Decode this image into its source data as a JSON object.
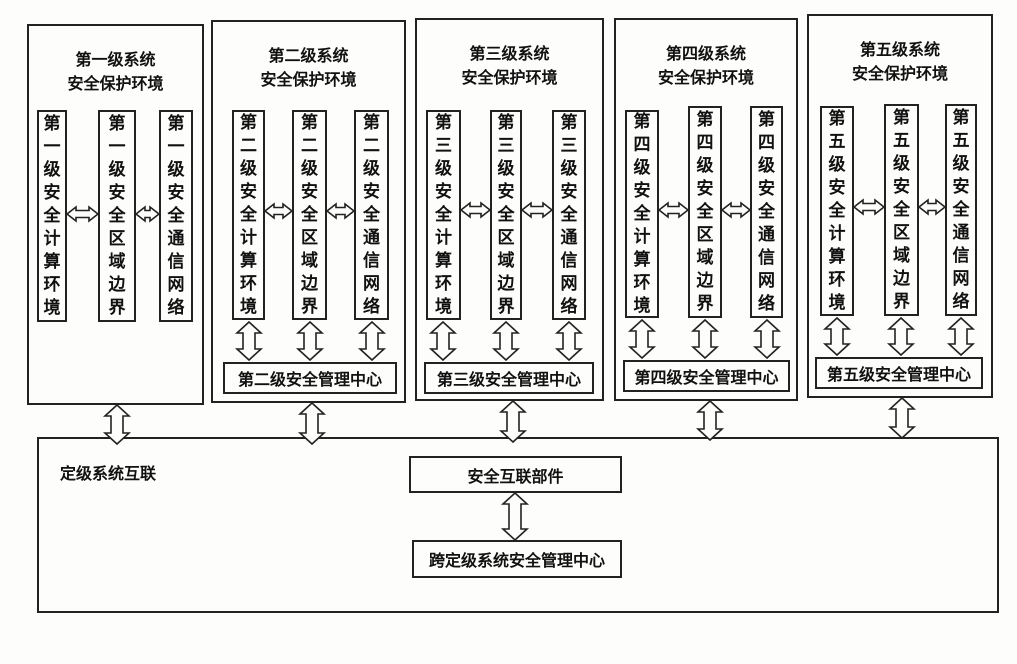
{
  "levels": [
    {
      "title": "第一级系统\n安全保护环境",
      "components": [
        "第一级安全计算环境",
        "第一级安全区域边界",
        "第一级安全通信网络"
      ],
      "management": null
    },
    {
      "title": "第二级系统\n安全保护环境",
      "components": [
        "第二级安全计算环境",
        "第二级安全区域边界",
        "第二级安全通信网络"
      ],
      "management": "第二级安全管理中心"
    },
    {
      "title": "第三级系统\n安全保护环境",
      "components": [
        "第三级安全计算环境",
        "第三级安全区域边界",
        "第三级安全通信网络"
      ],
      "management": "第三级安全管理中心"
    },
    {
      "title": "第四级系统\n安全保护环境",
      "components": [
        "第四级安全计算环境",
        "第四级安全区域边界",
        "第四级安全通信网络"
      ],
      "management": "第四级安全管理中心"
    },
    {
      "title": "第五级系统\n安全保护环境",
      "components": [
        "第五级安全计算环境",
        "第五级安全区域边界",
        "第五级安全通信网络"
      ],
      "management": "第五级安全管理中心"
    }
  ],
  "interconnect": {
    "title": "定级系统互联",
    "component": "安全互联部件",
    "management": "跨定级系统安全管理中心"
  }
}
